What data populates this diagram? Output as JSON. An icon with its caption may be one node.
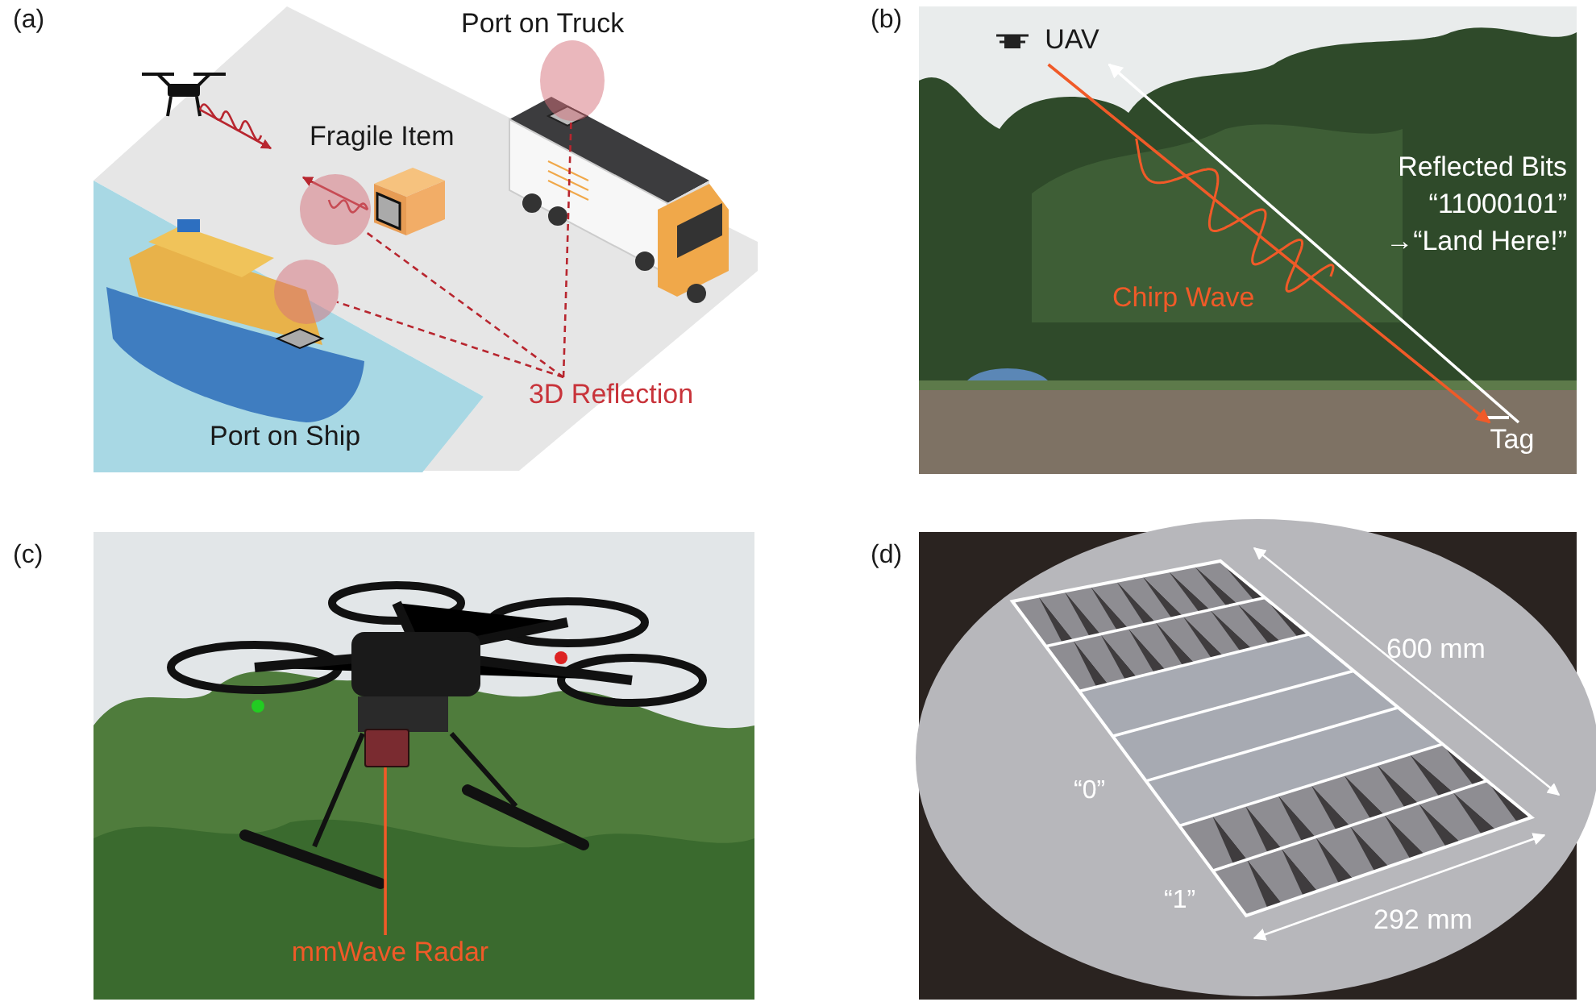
{
  "diagram": {
    "nodes": [
      {
        "text": [],
        "shape": "circle"
      },
      {
        "text": [],
        "shape": "circle"
      },
      {
        "text": [],
        "shape": "circle"
      },
      {
        "text": [
          "3D Reflection"
        ]
      },
      {
        "text": [
          "UAV"
        ]
      },
      {
        "text": [
          "Tag"
        ]
      },
      {
        "text": [
          "mmWave Radar"
        ]
      },
      {
        "text": [],
        "shape": "box"
      }
    ],
    "edges": [
      {
        "from": 3,
        "to": 0,
        "arrow": "none",
        "style": "dashed"
      },
      {
        "from": 3,
        "to": 1,
        "arrow": "none",
        "style": "dashed"
      },
      {
        "from": 3,
        "to": 2,
        "arrow": "none",
        "style": "dashed"
      },
      {
        "from": 4,
        "to": 5,
        "arrow": "to",
        "color": "#f05a28"
      },
      {
        "from": 5,
        "to": 4,
        "arrow": "to",
        "color": "#ffffff"
      },
      {
        "from": 6,
        "to": 7,
        "arrow": "none",
        "color": "#f05a28"
      }
    ],
    "labels": [
      "(a)",
      "Port on Truck",
      "Fragile Item",
      "Port on Ship",
      "(b)",
      "Reflected Bits “11000101” →“Land Here!”",
      "Chirp Wave",
      "(c)",
      "(d)",
      "600 mm",
      "“0”",
      "“1”",
      "292 mm"
    ]
  }
}
